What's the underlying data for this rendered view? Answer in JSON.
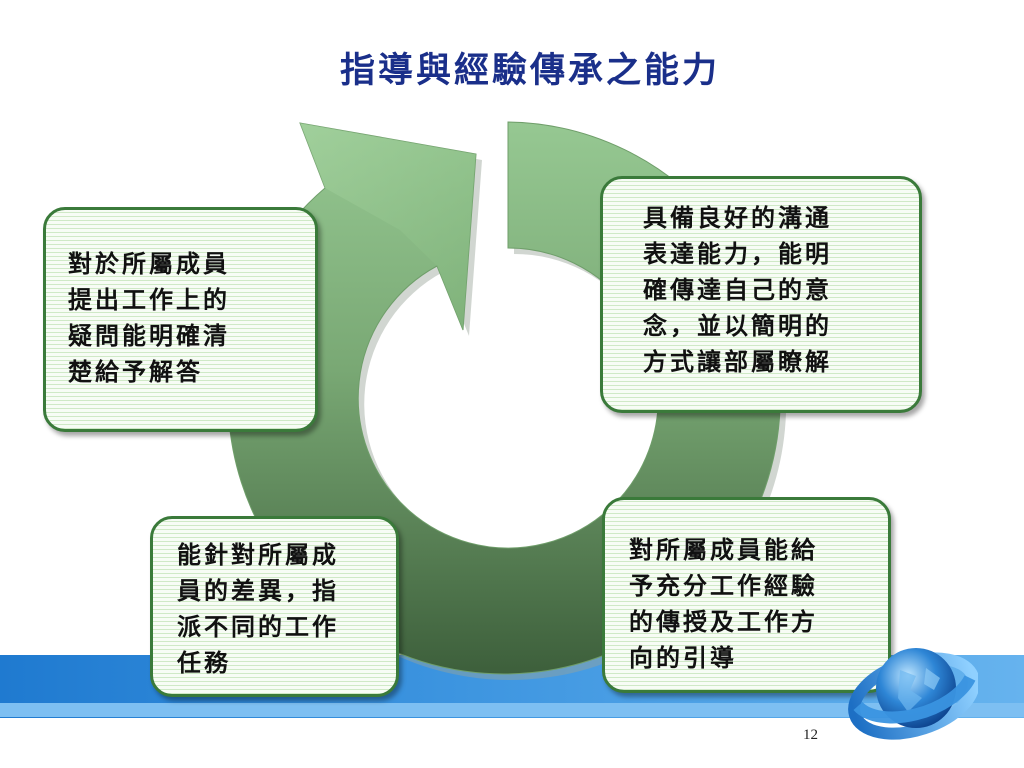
{
  "slide": {
    "title": "指導與經驗傳承之能力",
    "page_number": "12"
  },
  "boxes": {
    "left_top": {
      "lines": [
        "對於所屬成員",
        "提出工作上的",
        "疑問能明確清",
        "楚給予解答"
      ]
    },
    "right_top": {
      "lines": [
        "具備良好的溝通",
        "表達能力，能明",
        "確傳達自己的意",
        "念，並以簡明的",
        "方式讓部屬瞭解"
      ]
    },
    "left_bottom": {
      "lines": [
        "能針對所屬成",
        "員的差異，指",
        "派不同的工作",
        "任務"
      ]
    },
    "right_bottom": {
      "lines": [
        "對所屬成員能給",
        "予充分工作經驗",
        "的傳授及工作方",
        "向的引導"
      ]
    }
  },
  "colors": {
    "title": "#1a2f8a",
    "arrow_light": "#8ec08a",
    "arrow_dark": "#3c5e3a",
    "box_border": "#3a7a3a",
    "band": "#2f88d8"
  },
  "icons": [
    "globe-logo-icon",
    "cycle-arrow-icon"
  ]
}
